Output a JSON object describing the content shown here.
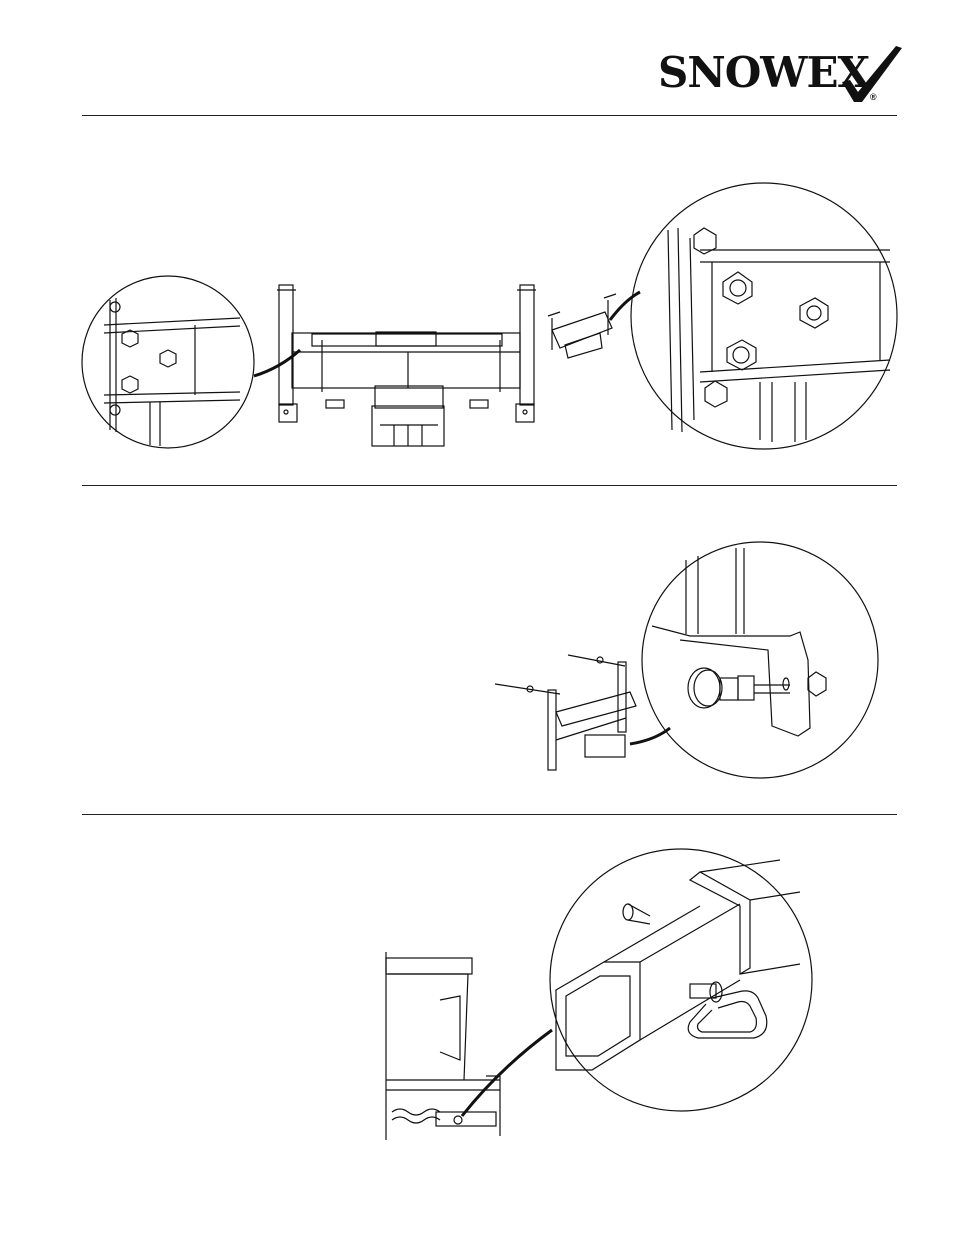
{
  "header": {
    "logo_text_main": "SNOW",
    "logo_text_ex": "EX",
    "logo_registered": "®"
  },
  "sections": [
    {
      "figure": "hopper-frame-bolted-to-mount-with-detail-views"
    },
    {
      "figure": "mount-frame-with-pin-detail-view"
    },
    {
      "figure": "receiver-hitch-with-pin-and-clip-detail-view"
    }
  ]
}
